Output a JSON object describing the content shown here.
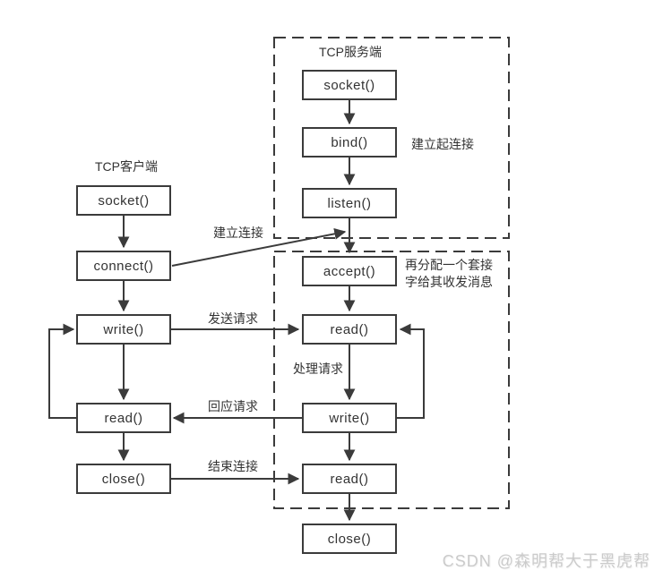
{
  "client": {
    "title": "TCP客户端",
    "boxes": [
      "socket()",
      "connect()",
      "write()",
      "read()",
      "close()"
    ]
  },
  "server": {
    "title": "TCP服务端",
    "boxes": [
      "socket()",
      "bind()",
      "listen()",
      "accept()",
      "read()",
      "write()",
      "read()",
      "close()"
    ]
  },
  "labels": {
    "establish_group": "建立起连接",
    "establish": "建立连接",
    "reassign_line1": "再分配一个套接",
    "reassign_line2": "字给其收发消息",
    "send_request": "发送请求",
    "process_request": "处理请求",
    "reply_request": "回应请求",
    "end_connection": "结束连接"
  },
  "watermark": "CSDN @森明帮大于黑虎帮",
  "colors": {
    "line": "#3b3b3b",
    "text": "#333333",
    "watermark": "#cbcbcb",
    "background": "#ffffff"
  }
}
